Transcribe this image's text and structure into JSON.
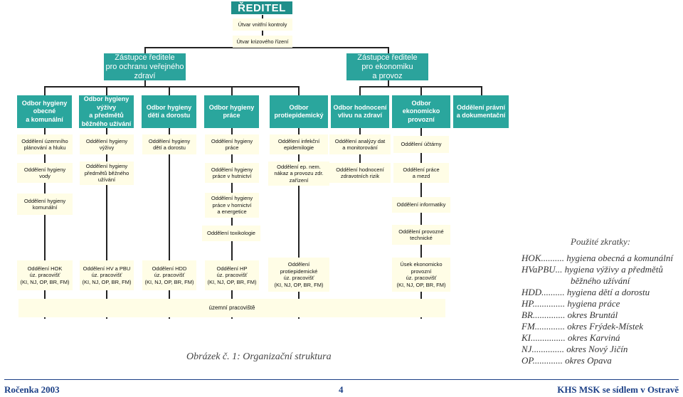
{
  "director": "ŘEDITEL",
  "top_units": [
    "Útvar vnitřní kontroly",
    "Útvar krizového řízení"
  ],
  "deputies": [
    "Zástupce ředitele\npro ochranu veřejného\nzdraví",
    "Zástupce ředitele\npro ekonomiku\na provoz"
  ],
  "departments": [
    "Odbor hygieny\nobecné\na komunální",
    "Odbor hygieny\nvýživy\na předmětů\nběžného užívání",
    "Odbor hygieny\ndětí a dorostu",
    "Odbor hygieny\npráce",
    "Odbor\nprotiepidemický",
    "Odbor hodnocení\nvlivu na zdraví",
    "Odbor\nekonomicko\nprovozní",
    "Oddělení právní\na dokumentační"
  ],
  "units": {
    "c1": [
      "Oddělení územního\nplánování a hluku",
      "Oddělení hygieny\nvody",
      "Oddělení hygieny\nkomunální"
    ],
    "c2": [
      "Oddělení hygieny\nvýživy",
      "Oddělení hygieny\npředmětů běžného\nužívání"
    ],
    "c3": [
      "Oddělení hygieny\ndětí a dorostu"
    ],
    "c4": [
      "Oddělení hygieny\npráce",
      "Oddělení hygieny\npráce v hutnictví",
      "Oddělení hygieny\npráce v hornictví\na energetice",
      "Oddělení toxikologie"
    ],
    "c5": [
      "Oddělení infekční\nepidemilogie",
      "Oddělení ep. nem.\nnákaz a provozu zdr.\nzařízení"
    ],
    "c6": [
      "Oddělení analýzy dat\na monitorování",
      "Oddělení hodnocení\nzdravotních rizik"
    ],
    "c7": [
      "Oddělení účtárny",
      "Oddělení práce\na mezd",
      "Oddělení informatiky",
      "Oddělení provozné\ntechnické"
    ]
  },
  "branches": [
    "Oddělení HOK\núz. pracovišť\n(KI, NJ, OP, BR, FM)",
    "Oddělení HV a PBU\núz. pracovišť\n(KI, NJ, OP, BR, FM)",
    "Oddělení HDD\núz. pracovišť\n(KI, NJ, OP, BR, FM)",
    "Oddělení HP\núz. pracovišť\n(KI, NJ, OP, BR, FM)",
    "Oddělení\nprotiepidemické\núz. pracovišť\n(KI, NJ, OP, BR, FM)",
    "Úsek ekonomicko\nprovozní\núz. pracovišť\n(KI, NJ, OP, BR, FM)"
  ],
  "territorial": "územní pracoviště",
  "caption": "Obrázek č. 1: Organizační struktura",
  "legend": {
    "title": "Použité zkratky:",
    "items": [
      {
        "abbr": "HOK",
        "dots": "..........",
        "text": "hygiena obecná a komunální"
      },
      {
        "abbr": "HVaPBU",
        "dots": "...",
        "text": "hygiena výživy a předmětů"
      },
      {
        "abbr": "",
        "dots": "",
        "text": "běžného užívání"
      },
      {
        "abbr": "HDD",
        "dots": "..........",
        "text": "hygiena dětí a dorostu"
      },
      {
        "abbr": "HP",
        "dots": "..............",
        "text": "hygiena práce"
      },
      {
        "abbr": "BR",
        "dots": "..............",
        "text": "okres Bruntál"
      },
      {
        "abbr": "FM",
        "dots": ".............",
        "text": "okres Frýdek-Místek"
      },
      {
        "abbr": "KI",
        "dots": "...............",
        "text": "okres Karviná"
      },
      {
        "abbr": "NJ",
        "dots": "..............",
        "text": "okres Nový Jičín"
      },
      {
        "abbr": "OP",
        "dots": ".............",
        "text": "okres Opava"
      }
    ]
  },
  "footer": {
    "left": "Ročenka 2003",
    "center": "4",
    "right": "KHS MSK se sídlem v Ostravě"
  },
  "colors": {
    "director": "#1f8f8a",
    "department": "#2aa69d",
    "unit": "#fffde6",
    "footer": "#1b3f86"
  }
}
